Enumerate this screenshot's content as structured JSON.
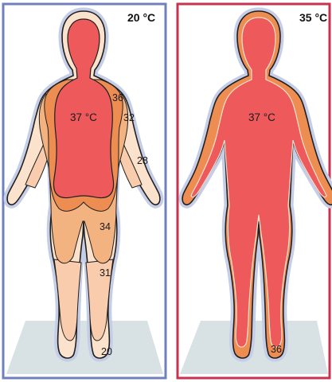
{
  "panels": {
    "cold": {
      "ambient_label": "20 °C",
      "core_label": "37 °C",
      "isotherm_labels": [
        "36",
        "32",
        "28",
        "34",
        "31",
        "20"
      ],
      "frame_color": "#6f80bd"
    },
    "warm": {
      "ambient_label": "35 °C",
      "core_label": "37 °C",
      "isotherm_labels": [
        "36"
      ],
      "frame_color": "#c8324f"
    }
  },
  "colors": {
    "core": "#ee5a5c",
    "layer_36": "#ee8d52",
    "layer_34": "#f3b380",
    "layer_31": "#f8ccac",
    "layer_28": "#fbe2cd",
    "halo": "#c5cee6",
    "floor": "#d8e2e4"
  }
}
